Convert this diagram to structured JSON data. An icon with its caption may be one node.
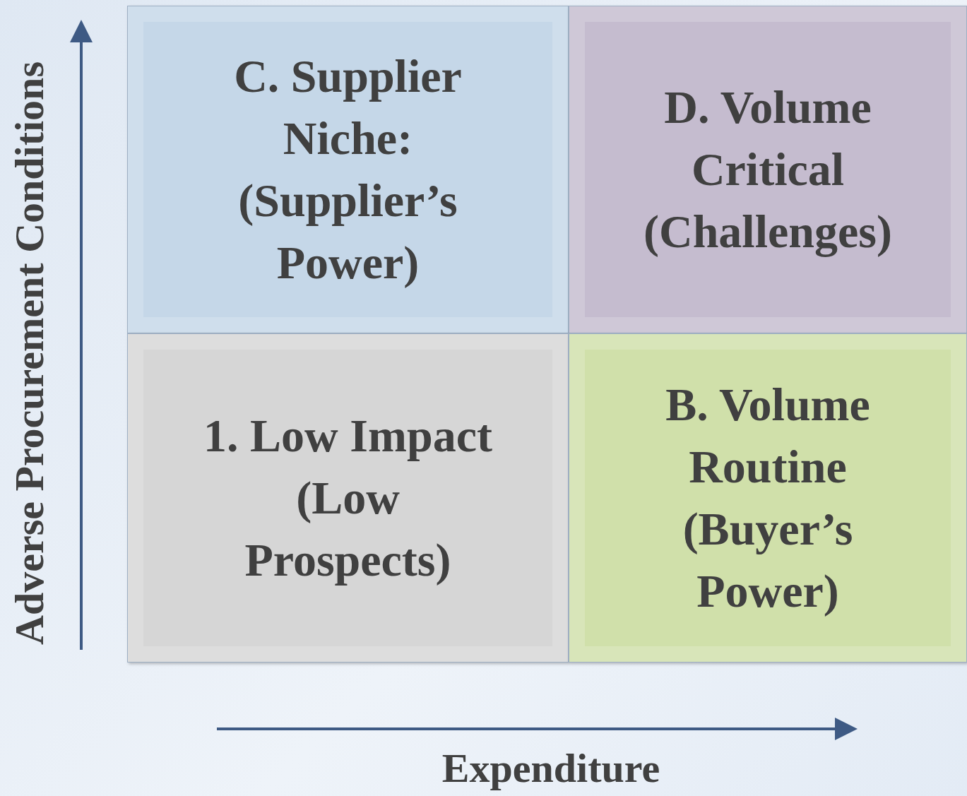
{
  "diagram": {
    "nodes": [
      {
        "text": [
          "C. Supplier Niche: (Supplier’s Power)"
        ]
      },
      {
        "text": [
          "D. Volume Critical (Challenges)"
        ]
      },
      {
        "text": [
          "1. Low Impact (Low Prospects)"
        ]
      },
      {
        "text": [
          "B. Volume Routine (Buyer’s Power)"
        ]
      }
    ],
    "labels": [
      "Adverse Procurement Conditions",
      "Expenditure"
    ]
  }
}
